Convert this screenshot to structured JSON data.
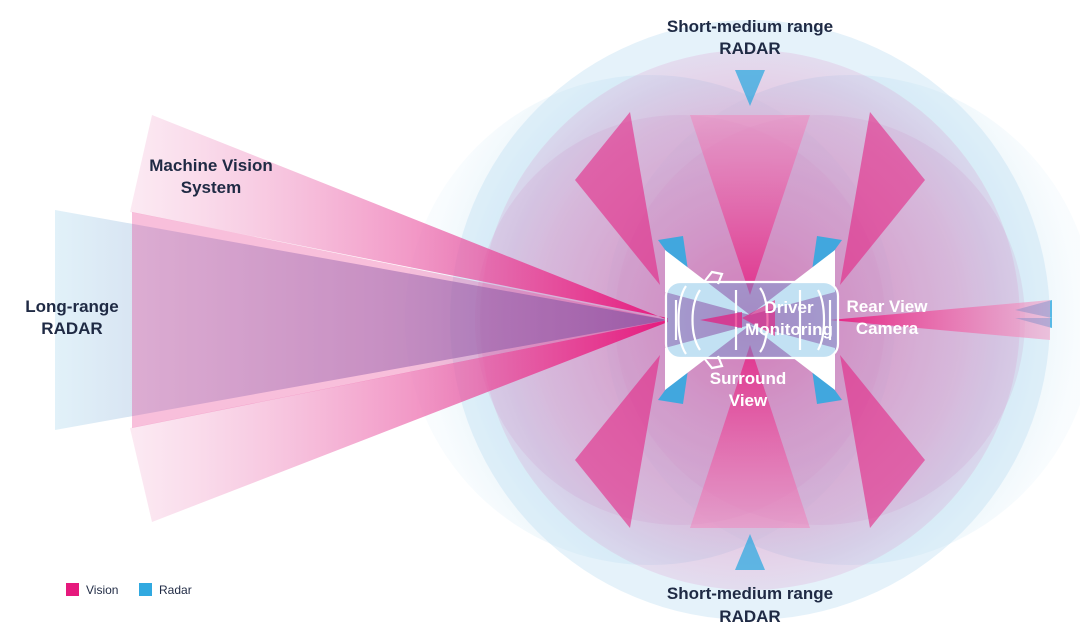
{
  "diagram": {
    "labels": {
      "top_line1": "Short-medium range",
      "top_line2": "RADAR",
      "bottom_line1": "Short-medium range",
      "bottom_line2": "RADAR",
      "mvs_line1": "Machine Vision",
      "mvs_line2": "System",
      "lrr_line1": "Long-range",
      "lrr_line2": "RADAR",
      "dm_line1": "Driver",
      "dm_line2": "Monitoring",
      "rv_line1": "Rear View",
      "rv_line2": "Camera",
      "sv_line1": "Surround",
      "sv_line2": "View"
    },
    "colors": {
      "vision": "#e6197d",
      "radar": "#31a9e0"
    }
  },
  "legend": {
    "vision_label": "Vision",
    "radar_label": "Radar"
  }
}
